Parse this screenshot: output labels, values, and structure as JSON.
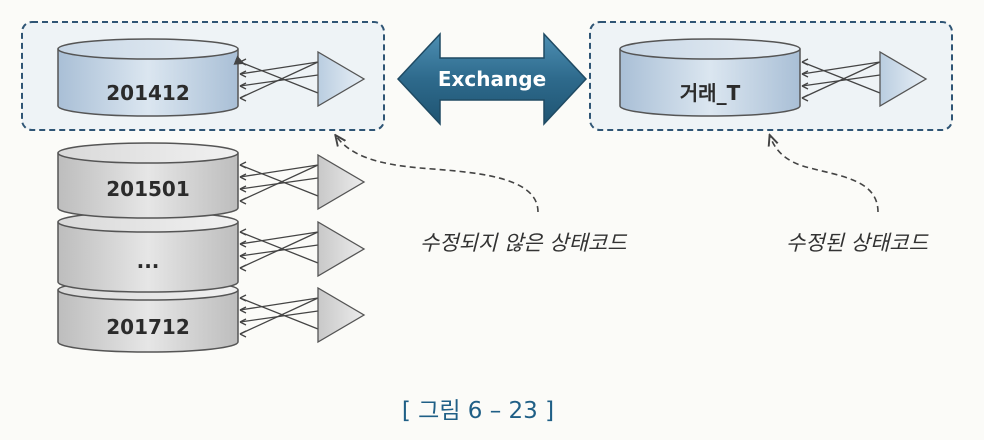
{
  "partitions": {
    "current": "201412",
    "archive_first": "201501",
    "archive_middle": "...",
    "archive_last": "201712"
  },
  "exchange_label": "Exchange",
  "target_table": "거래_T",
  "notes": {
    "unmodified": "수정되지 않은 상태코드",
    "modified": "수정된 상태코드"
  },
  "caption": "[ 그림 6 – 23 ]",
  "colors": {
    "blue_cylinder": "#c4d4e4",
    "gray_cylinder": "#d6d6d6",
    "exchange_arrow": "#2e6a8c",
    "caption": "#1f5f86",
    "dashed_border": "#2f5575"
  }
}
